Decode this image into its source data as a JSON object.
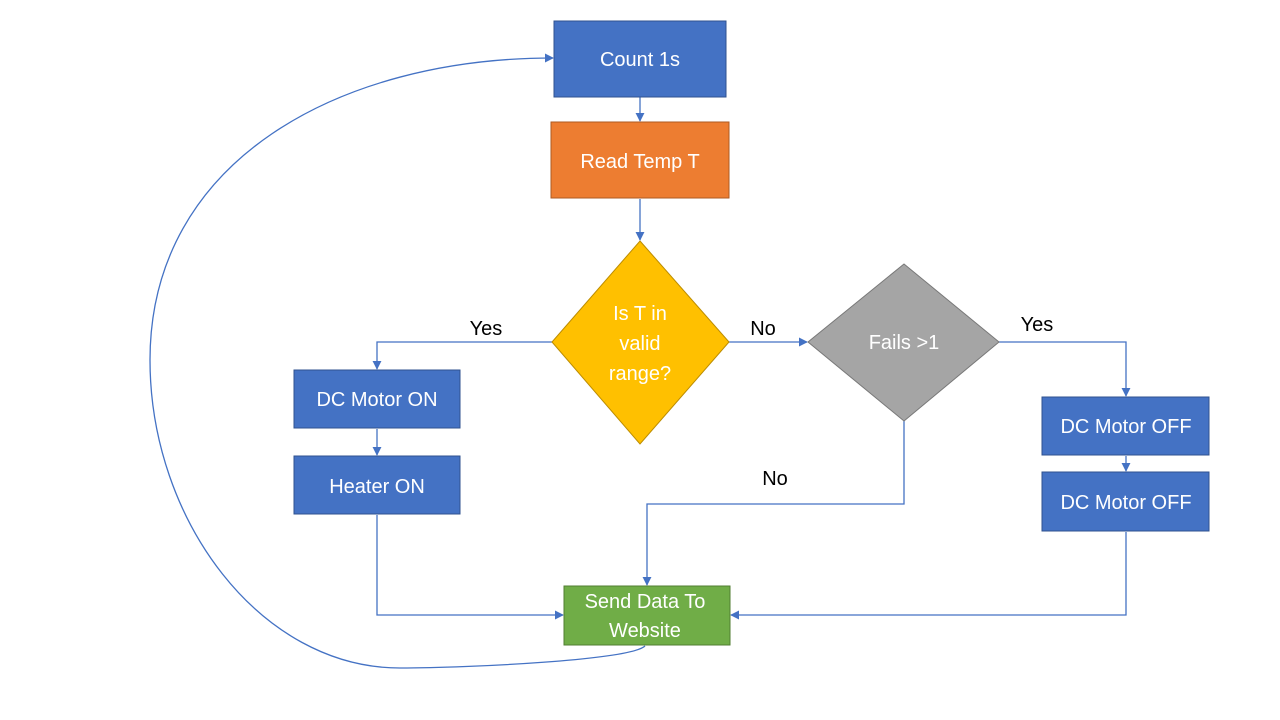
{
  "colors": {
    "blue": "#4472c4",
    "orange": "#ed7d31",
    "yellow": "#ffc000",
    "gray": "#a5a5a5",
    "green": "#70ad47",
    "connector": "#4472c4"
  },
  "nodes": {
    "count": "Count 1s",
    "read_temp": "Read Temp T",
    "valid_range": [
      "Is T in",
      "valid",
      "range?"
    ],
    "fails": "Fails >1",
    "motor_on": "DC Motor ON",
    "heater_on": "Heater ON",
    "motor_off_1": "DC Motor OFF",
    "motor_off_2": "DC Motor OFF",
    "send_data": [
      "Send Data To",
      "Website"
    ]
  },
  "edge_labels": {
    "valid_yes": "Yes",
    "valid_no": "No",
    "fails_yes": "Yes",
    "fails_no": "No"
  }
}
